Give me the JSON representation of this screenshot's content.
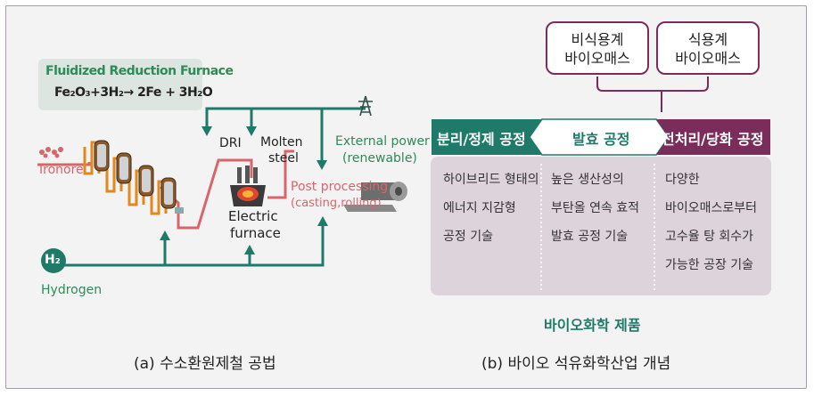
{
  "left_panel": {
    "reaction_title": "Fluidized Reduction Furnace",
    "reaction_equation": "Fe₂O₃+3H₂→ 2Fe + 3H₂O",
    "ironore_label": "Ironore",
    "dri_label": "DRI",
    "molten_steel_label_1": "Molten",
    "molten_steel_label_2": "steel",
    "electric_furnace_label_1": "Electric",
    "electric_furnace_label_2": "furnace",
    "external_power_label_1": "External power",
    "external_power_label_2": "(renewable)",
    "post_processing_label_1": "Post processing",
    "post_processing_label_2": "(casting,rolling)",
    "h2_badge": "H₂",
    "hydrogen_label": "Hydrogen",
    "caption": "(a) 수소환원제철 공법"
  },
  "right_panel": {
    "biomass_non_food_1": "비식용계",
    "biomass_non_food_2": "바이오매스",
    "biomass_food_1": "식용계",
    "biomass_food_2": "바이오매스",
    "stages": [
      {
        "label": "분리/정제 공정",
        "color": "#1f7a6a"
      },
      {
        "label": "발효 공정",
        "color": "#ffffff"
      },
      {
        "label": "전처리/당화 공정",
        "color": "#7a2d5b"
      }
    ],
    "columns": [
      [
        "하이브리드 형태의",
        "에너지 지감형",
        "공정 기술"
      ],
      [
        "높은 생산성의",
        "부탄올 연속 효적",
        "발효 공정 기술"
      ],
      [
        "다양한",
        "바이오매스로부터",
        "고수율 탕 회수가",
        "가능한 공장 기술"
      ]
    ],
    "product_label": "바이오화학 제품",
    "caption": "(b) 바이오 석유화학산업 개념"
  },
  "colors": {
    "green": "#2e8b57",
    "teal": "#1f7a6a",
    "plum": "#7a2d5b",
    "orange": "#e08a1e",
    "red": "#d9656c"
  }
}
